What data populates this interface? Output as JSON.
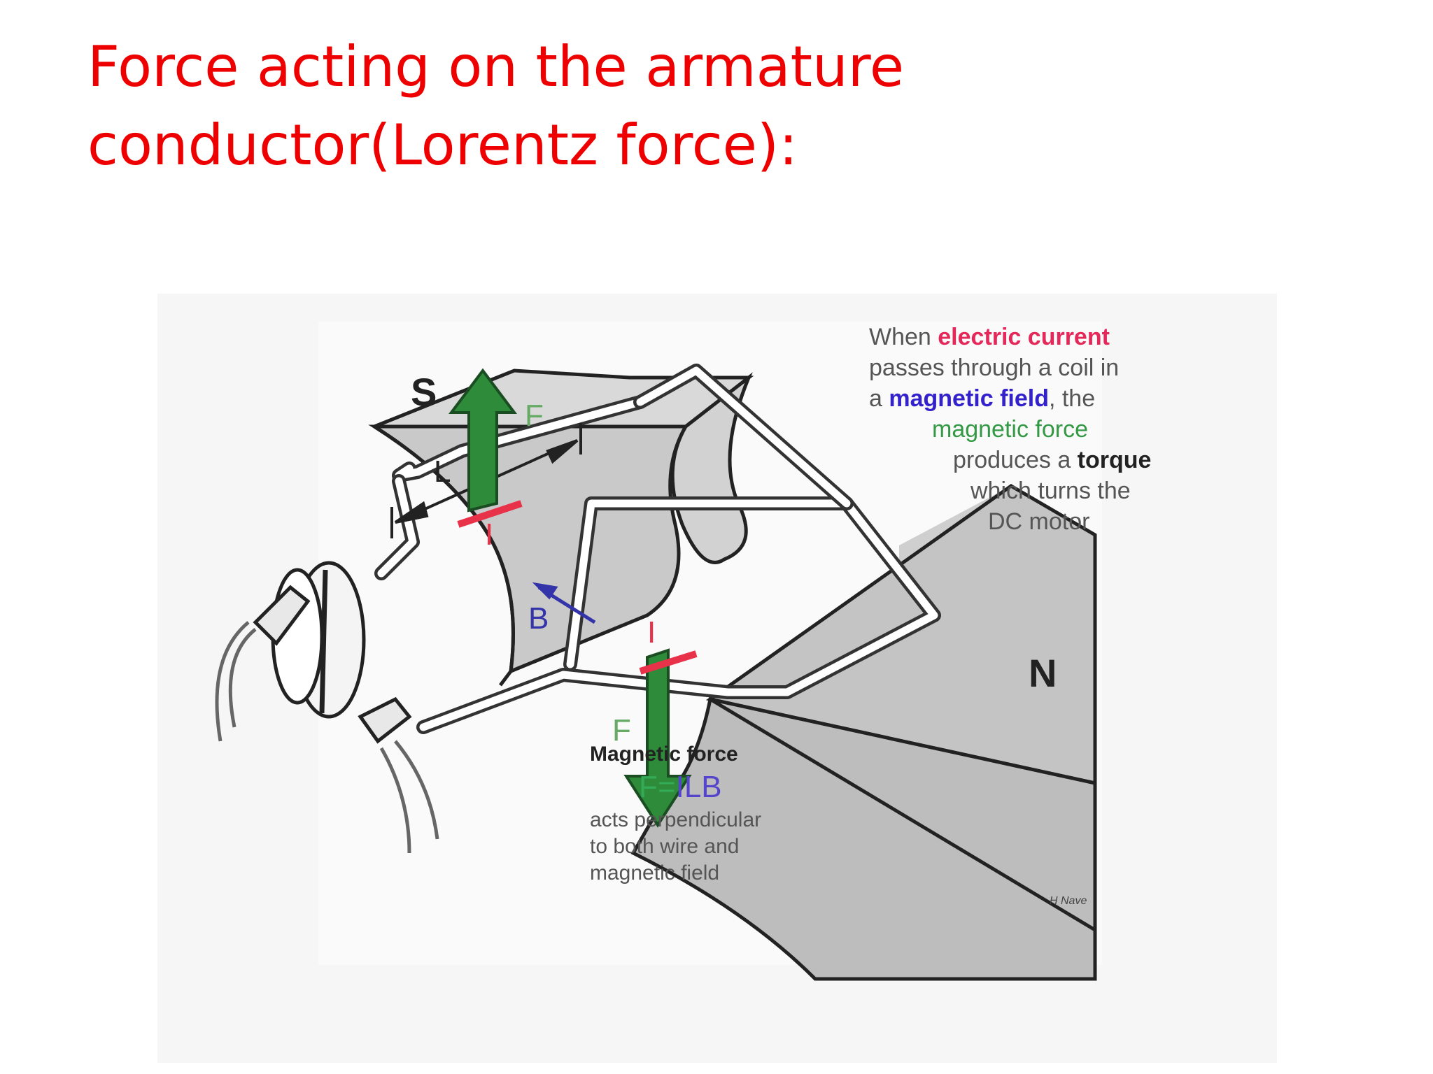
{
  "slide": {
    "title": "Force acting on the armature conductor(Lorentz force):"
  },
  "diagram": {
    "labels": {
      "south_pole": "S",
      "north_pole": "N",
      "force_top": "F",
      "force_bottom": "F",
      "current_top": "I",
      "current_bottom": "I",
      "length": "L",
      "field": "B",
      "signature": "H Nave"
    },
    "right_note": {
      "prefix": "When ",
      "current": "electric current",
      "line2": "passes through a  coil in",
      "line3_prefix": "a ",
      "field": "magnetic field",
      "line3_suffix": ", the",
      "force": "magnetic force",
      "line5_prefix": "produces a ",
      "torque": "torque",
      "line6": "which turns the",
      "line7": "DC motor"
    },
    "left_note": {
      "heading": "Magnetic force",
      "formula_f": "F=",
      "formula_i": "I",
      "formula_l": "L",
      "formula_b": "B",
      "line1": "acts perpendicular",
      "line2": "to both wire and",
      "line3": "magnetic field"
    },
    "colors": {
      "title": "#ee0000",
      "magnet": "#cccccc",
      "force_arrow": "#2e8b3a",
      "current_marker": "#e8324a",
      "field_arrow": "#3333aa"
    }
  }
}
